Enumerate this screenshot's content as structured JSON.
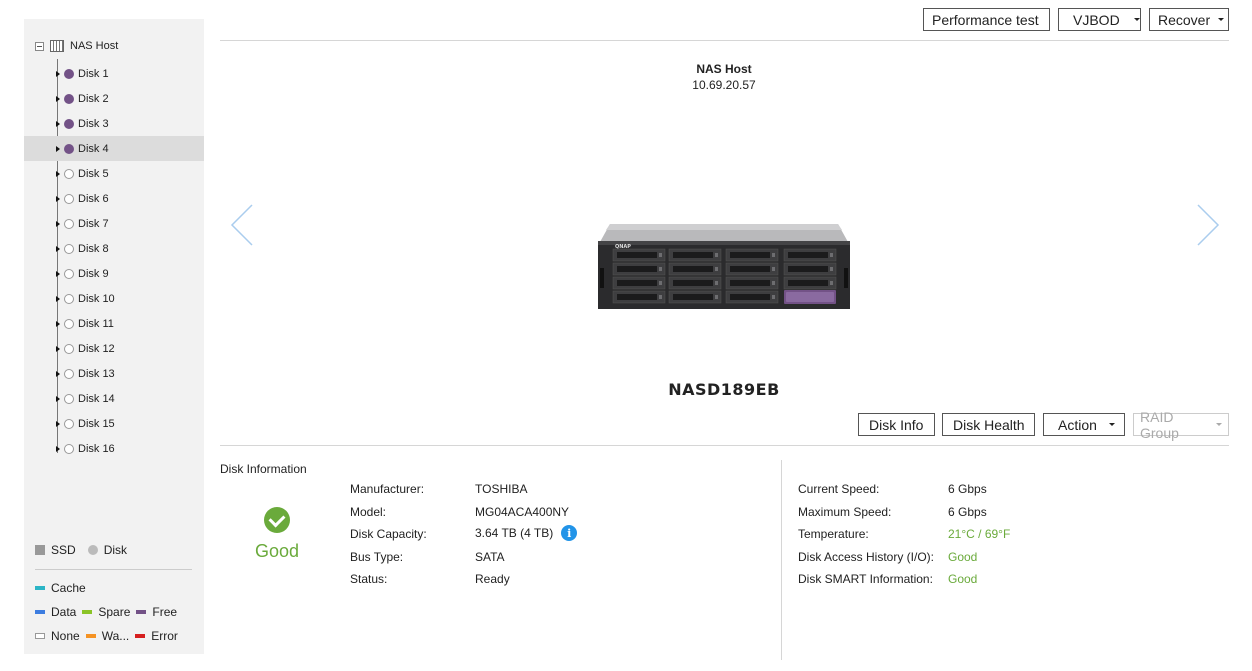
{
  "sidebar": {
    "root_label": "NAS Host",
    "disks": [
      {
        "label": "Disk 1",
        "state": "free"
      },
      {
        "label": "Disk 2",
        "state": "free"
      },
      {
        "label": "Disk 3",
        "state": "free"
      },
      {
        "label": "Disk 4",
        "state": "free",
        "selected": true
      },
      {
        "label": "Disk 5",
        "state": "none"
      },
      {
        "label": "Disk 6",
        "state": "none"
      },
      {
        "label": "Disk 7",
        "state": "none"
      },
      {
        "label": "Disk 8",
        "state": "none"
      },
      {
        "label": "Disk 9",
        "state": "none"
      },
      {
        "label": "Disk 10",
        "state": "none"
      },
      {
        "label": "Disk 11",
        "state": "none"
      },
      {
        "label": "Disk 12",
        "state": "none"
      },
      {
        "label": "Disk 13",
        "state": "none"
      },
      {
        "label": "Disk 14",
        "state": "none"
      },
      {
        "label": "Disk 15",
        "state": "none"
      },
      {
        "label": "Disk 16",
        "state": "none"
      }
    ],
    "legend": {
      "ssd": "SSD",
      "disk": "Disk",
      "cache": "Cache",
      "data": "Data",
      "spare": "Spare",
      "free": "Free",
      "none": "None",
      "warning": "Wa...",
      "error": "Error"
    }
  },
  "colors": {
    "cache": "#2cb5c6",
    "data": "#3d7de0",
    "spare": "#8bc427",
    "free": "#735287",
    "warning": "#f59324",
    "error": "#d61f1f",
    "good": "#6aaa3b",
    "info": "#2294e8"
  },
  "toolbar": {
    "performance_test": "Performance test",
    "vjbod": "VJBOD",
    "recover": "Recover"
  },
  "host": {
    "name": "NAS Host",
    "ip": "10.69.20.57"
  },
  "device": {
    "name": "NASD189EB",
    "brand": "QNAP"
  },
  "disk_actions": {
    "disk_info": "Disk Info",
    "disk_health": "Disk Health",
    "action": "Action",
    "raid_group": "RAID Group"
  },
  "disk_information": {
    "title": "Disk Information",
    "status": "Good",
    "left": [
      {
        "label": "Manufacturer:",
        "value": "TOSHIBA"
      },
      {
        "label": "Model:",
        "value": "MG04ACA400NY"
      },
      {
        "label": "Disk Capacity:",
        "value": "3.64 TB (4 TB)"
      },
      {
        "label": "Bus Type:",
        "value": "SATA"
      },
      {
        "label": "Status:",
        "value": "Ready"
      }
    ],
    "right": [
      {
        "label": "Current Speed:",
        "value": "6 Gbps"
      },
      {
        "label": "Maximum Speed:",
        "value": "6 Gbps"
      },
      {
        "label": "Temperature:",
        "value": "21°C / 69°F"
      },
      {
        "label": "Disk Access History (I/O):",
        "value": "Good"
      },
      {
        "label": "Disk SMART Information:",
        "value": "Good"
      }
    ],
    "info_icon_label": "i"
  }
}
